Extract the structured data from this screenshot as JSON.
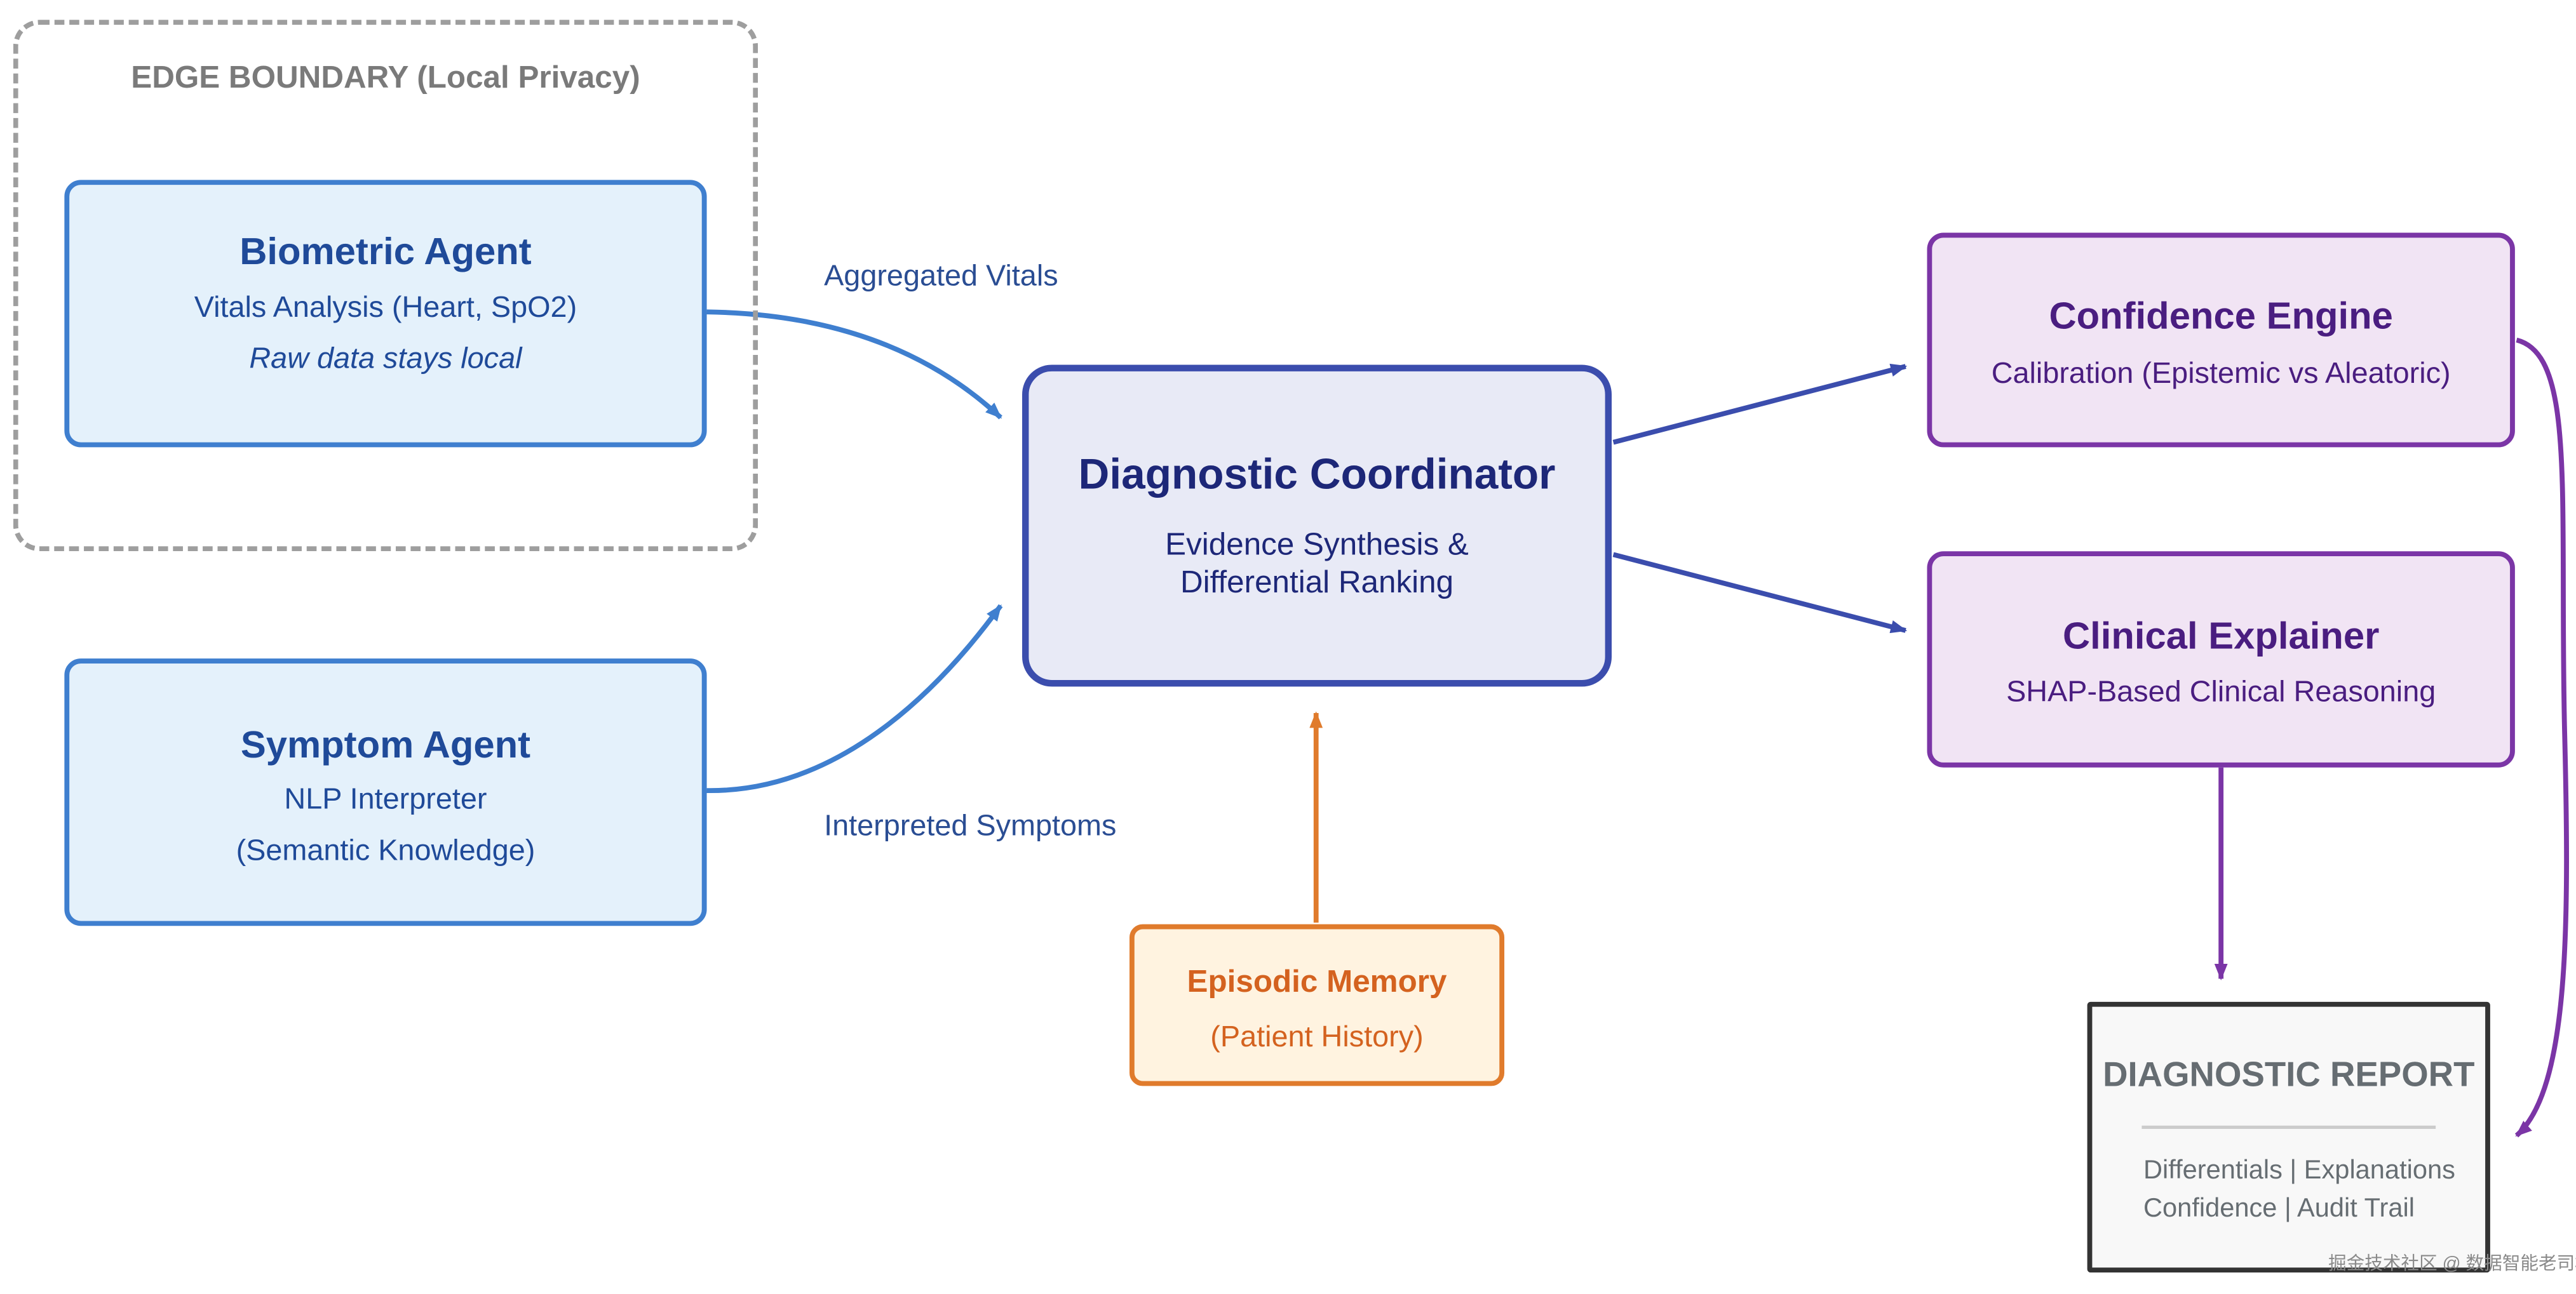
{
  "edge_boundary": {
    "label": "EDGE BOUNDARY (Local Privacy)"
  },
  "biometric_agent": {
    "title": "Biometric Agent",
    "subtitle": "Vitals Analysis (Heart, SpO2)",
    "note": "Raw data stays local"
  },
  "symptom_agent": {
    "title": "Symptom Agent",
    "line1": "NLP Interpreter",
    "line2": "(Semantic Knowledge)"
  },
  "coordinator": {
    "title": "Diagnostic Coordinator",
    "line1": "Evidence Synthesis &",
    "line2": "Differential Ranking"
  },
  "confidence_engine": {
    "title": "Confidence Engine",
    "subtitle": "Calibration (Epistemic vs Aleatoric)"
  },
  "clinical_explainer": {
    "title": "Clinical Explainer",
    "subtitle": "SHAP-Based Clinical Reasoning"
  },
  "episodic_memory": {
    "title": "Episodic Memory",
    "subtitle": "(Patient History)"
  },
  "report": {
    "title": "DIAGNOSTIC REPORT",
    "line1": "Differentials | Explanations",
    "line2": "Confidence | Audit Trail"
  },
  "flow_labels": {
    "vitals": "Aggregated Vitals",
    "symptoms": "Interpreted Symptoms"
  },
  "watermark": "掘金技术社区 @ 数据智能老司机",
  "colors": {
    "blue_edge": "#3f7fcf",
    "indigo_edge": "#3b4dad",
    "purple_edge": "#7b35a6",
    "orange_edge": "#e07b2c"
  }
}
